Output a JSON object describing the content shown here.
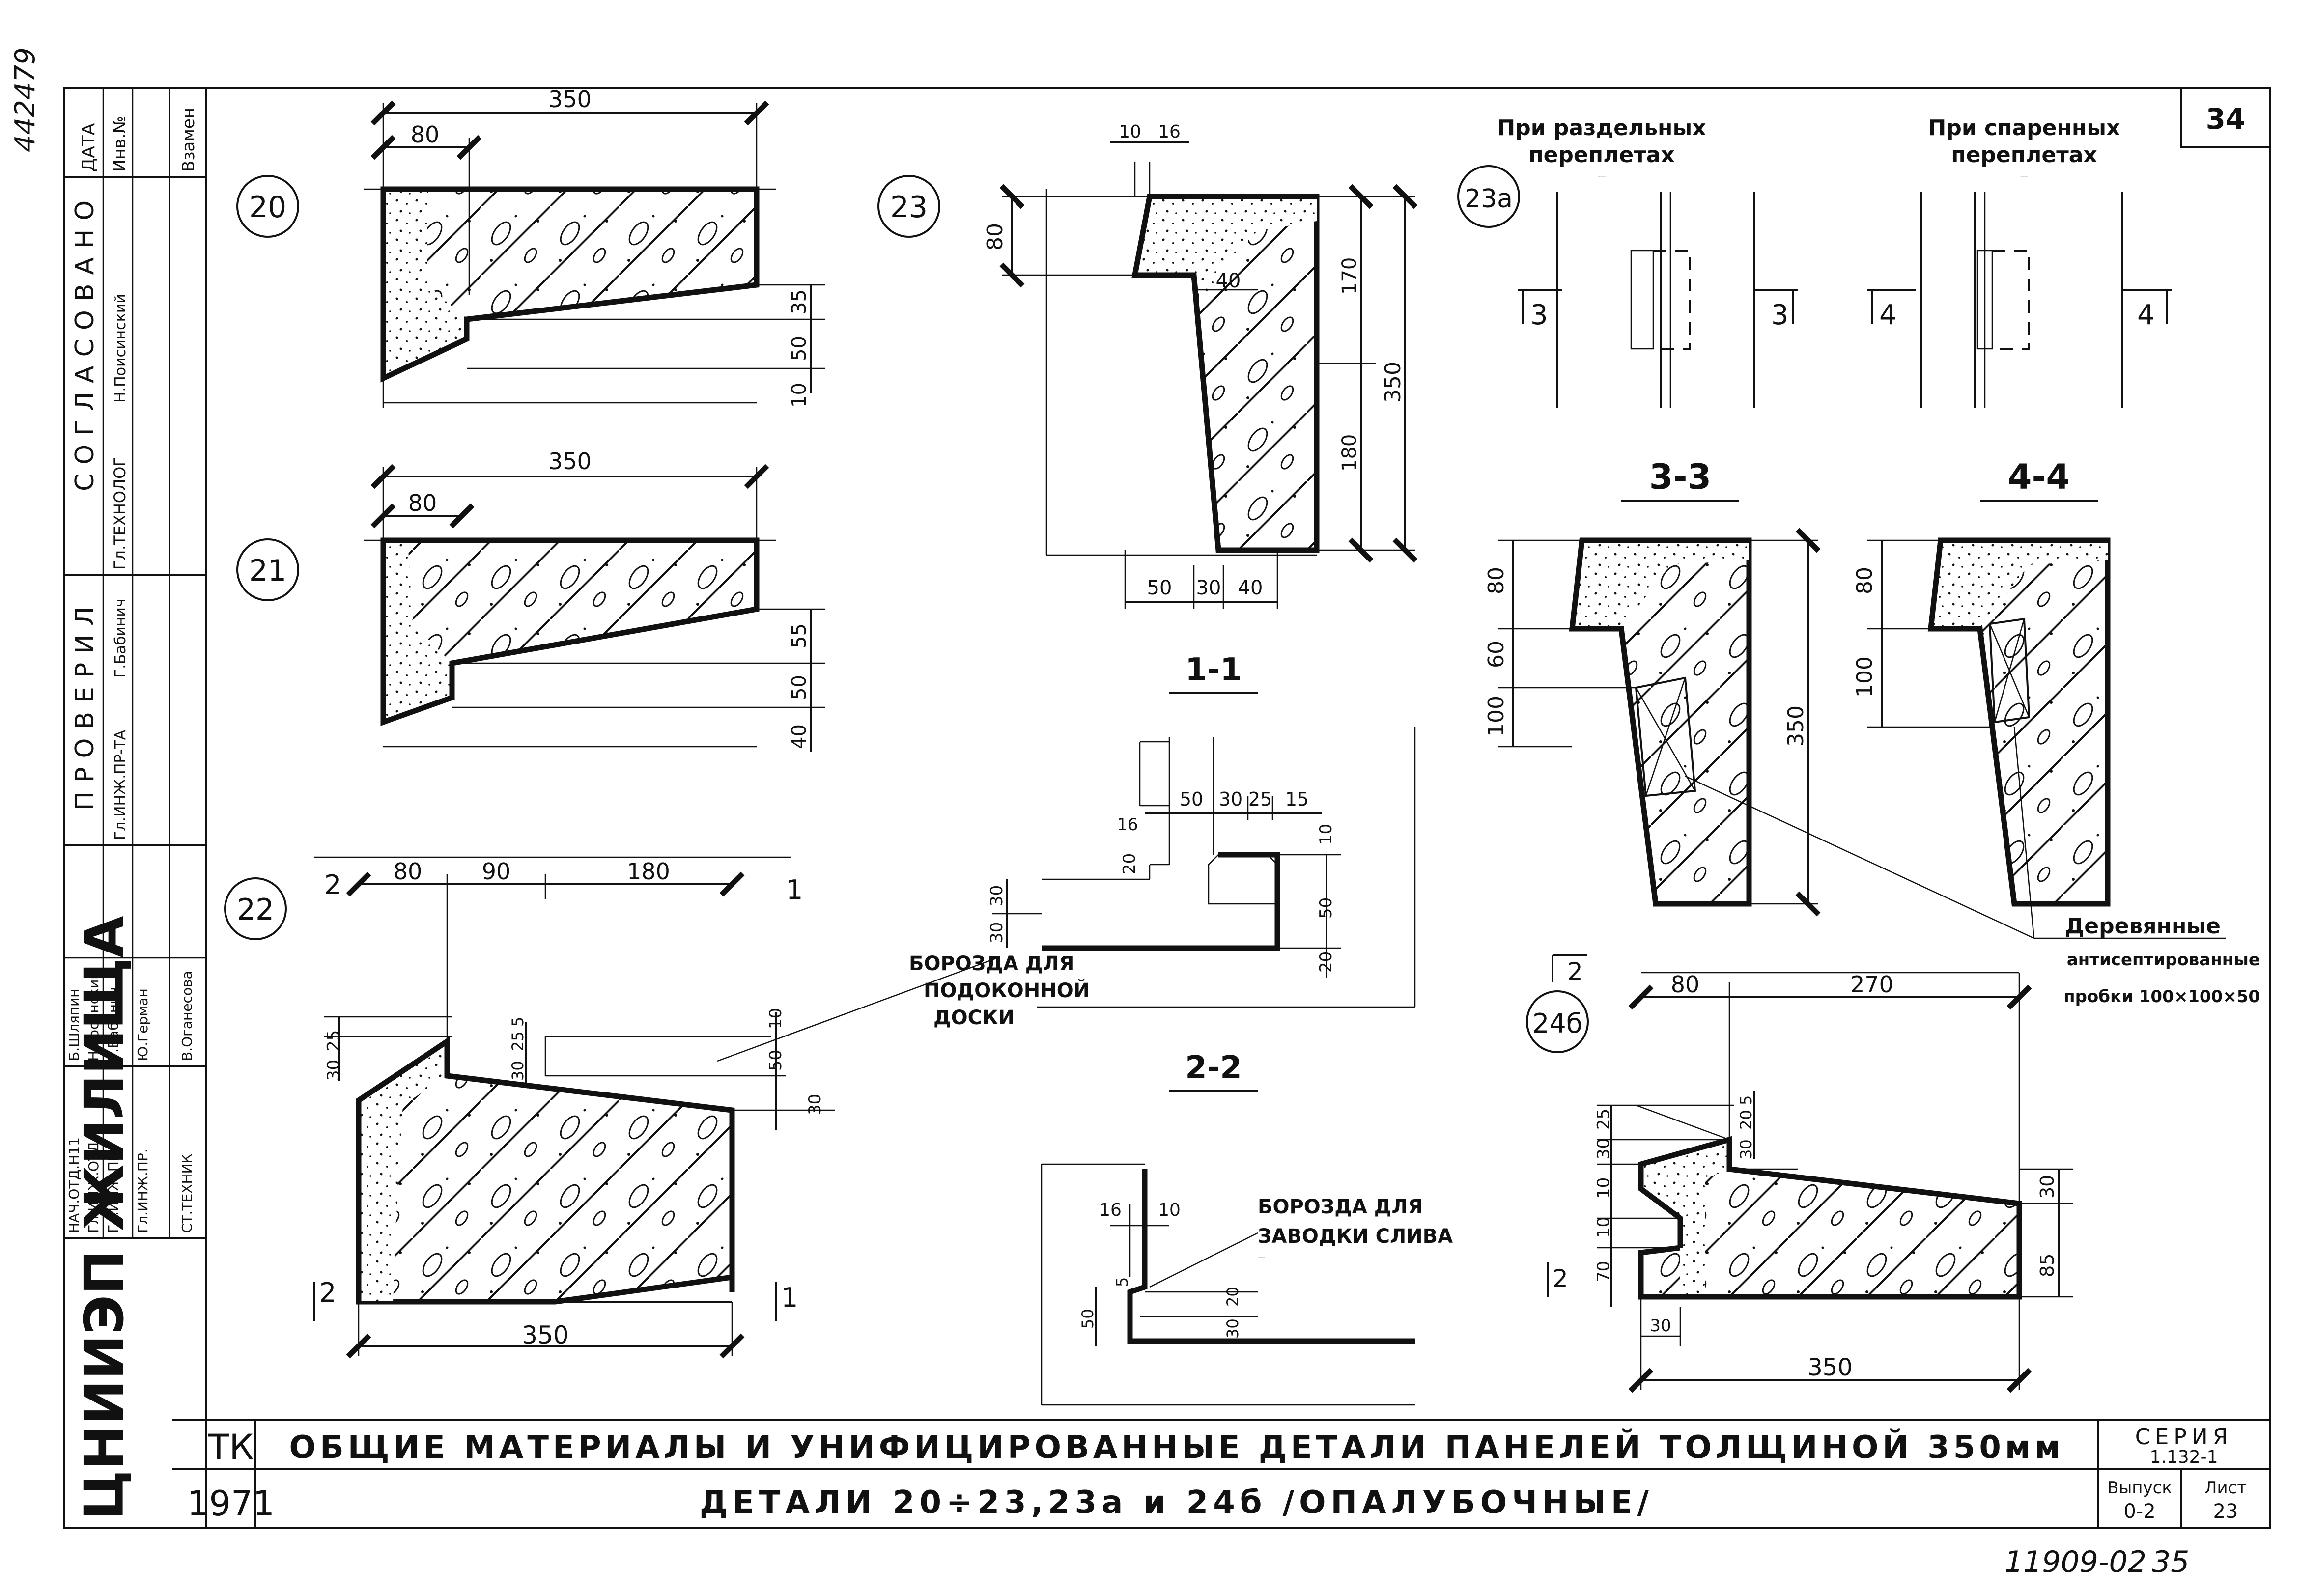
{
  "meta": {
    "archive_no": "442479",
    "sheet_no": "34",
    "footer_code": "11909-02",
    "footer_page": "35"
  },
  "titleblock": {
    "org": "ЦНИИЭП ЖИЛИЩА",
    "tk": "ТК",
    "year": "1971",
    "title_line1": "ОБЩИЕ МАТЕРИАЛЫ И УНИФИЦИРОВАННЫЕ ДЕТАЛИ ПАНЕЛЕЙ ТОЛЩИНОЙ 350мм",
    "title_line2": "ДЕТАЛИ 20÷23,23а и 24б /ОПАЛУБОЧНЫЕ/",
    "series_label": "СЕРИЯ",
    "series_value": "1.132-1",
    "issue_label": "Выпуск",
    "issue_value": "0-2",
    "list_label": "Лист",
    "list_value": "23"
  },
  "side_stamp": {
    "top_headers": [
      "ДАТА",
      "Инв.№",
      "Взамен"
    ],
    "agreed": "СОГЛАСОВАНО",
    "agreed_role": "Гл.ТЕХНОЛОГ",
    "agreed_name": "Н.Поисинский",
    "checked": "ПРОВЕРИЛ",
    "checked_role": "Гл.ИНЖ.ПР-ТА",
    "checked_name": "Г.Бабинич",
    "staff": [
      {
        "role": "НАЧ.ОТД.Н11",
        "name": "Б.Шляпин"
      },
      {
        "role": "Гл.ИНЖ.ОТД.",
        "name": "Н.Росинский"
      },
      {
        "role": "Гл.ИНЖ.ПР.",
        "name": "Г.Бабинич"
      },
      {
        "role": "Гл.ИНЖ.ПР.",
        "name": "Ю.Герман"
      },
      {
        "role": "СТ.ТЕХНИК",
        "name": "В.Оганесова"
      }
    ]
  },
  "details": {
    "d20": {
      "label": "20",
      "dims": {
        "total": "350",
        "left": "80",
        "r1": "35",
        "r2": "50",
        "r3": "10"
      }
    },
    "d21": {
      "label": "21",
      "dims": {
        "total": "350",
        "left": "80",
        "r1": "55",
        "r2": "50",
        "r3": "40"
      }
    },
    "d22": {
      "label": "22",
      "dims": {
        "a": "80",
        "b": "90",
        "c": "180",
        "bottom": "350",
        "l1": "30",
        "l2": "25",
        "m1": "30",
        "m2": "25",
        "m3": "5",
        "r1": "10",
        "r2": "50",
        "r3": "30"
      },
      "cut_left_top": "2",
      "cut_right_top": "1",
      "cut_left_bottom": "2",
      "cut_right_bottom": "1",
      "note": "Борозда для подоконной доски"
    },
    "d23": {
      "label": "23",
      "dims": {
        "t1": "10",
        "t2": "16",
        "left": "80",
        "mid": "40",
        "r1": "170",
        "r2": "180",
        "r_total": "350",
        "b1": "50",
        "b2": "30",
        "b3": "40"
      }
    },
    "s11": {
      "label": "1-1",
      "dims": {
        "a": "50",
        "b": "30",
        "c": "25",
        "d": "15",
        "e": "16",
        "f": "20",
        "g": "30",
        "h": "30",
        "r1": "10",
        "r2": "50",
        "r3": "20"
      }
    },
    "s22": {
      "label": "2-2",
      "dims": {
        "a": "16",
        "b": "10",
        "c": "5",
        "d": "50",
        "e": "30",
        "f": "20"
      },
      "note": "Борозда для заводки слива"
    },
    "d23a": {
      "label": "23а",
      "head_left": "При раздельных переплетах",
      "head_right": "При спаренных переплетах",
      "cut3": "3",
      "cut4": "4"
    },
    "s33": {
      "label": "3-3",
      "dims": {
        "a": "80",
        "b": "60",
        "c": "100",
        "total": "350"
      }
    },
    "s44": {
      "label": "4-4",
      "dims": {
        "a": "80",
        "b": "100"
      }
    },
    "plugs_note_line1": "Деревянные",
    "plugs_note_line2": "антисептированные",
    "plugs_note_line3": "пробки 100×100×50",
    "d24b": {
      "label": "24б",
      "dims": {
        "a": "80",
        "b": "270",
        "bottom": "350",
        "l1": "30",
        "l2": "25",
        "m1": "30",
        "m2": "20",
        "m3": "5",
        "ll1": "10",
        "ll2": "10",
        "ll3": "70",
        "r1": "30",
        "r2": "85",
        "b1": "30"
      },
      "cut": "2"
    }
  }
}
